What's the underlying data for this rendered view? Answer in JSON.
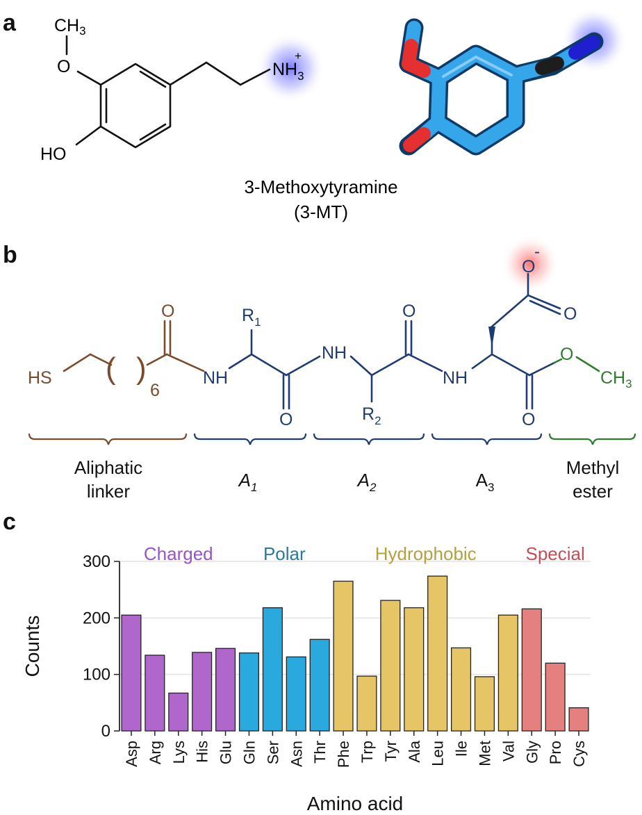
{
  "panels": {
    "a": {
      "letter": "a",
      "molecule_name": "3-Methoxytyramine",
      "molecule_abbrev": "(3-MT)",
      "atoms": {
        "ch": "CH",
        "ch_sub": "3",
        "o": "O",
        "ho": "HO",
        "nh": "NH",
        "nh_sub": "3",
        "nh_charge": "+"
      }
    },
    "b": {
      "letter": "b",
      "atoms": {
        "hs": "HS",
        "paren_l": "(",
        "paren_r": ")",
        "six": "6",
        "o_linker": "O",
        "nh1": "NH",
        "r1": "R",
        "r1_sub": "1",
        "o_a1": "O",
        "nh2": "NH",
        "r2": "R",
        "r2_sub": "2",
        "o_a2": "O",
        "nh3": "NH",
        "o_carboxyl": "O",
        "o_carboxyl_charge": "-",
        "o_carboxyl2": "O",
        "o_a3": "O",
        "o_ester": "O",
        "ch3": "CH",
        "ch3_sub": "3"
      },
      "labels": {
        "linker_line1": "Aliphatic",
        "linker_line2": "linker",
        "a1": "A",
        "a1_sub": "1",
        "a2": "A",
        "a2_sub": "2",
        "a3": "A",
        "a3_sub": "3",
        "ester_line1": "Methyl",
        "ester_line2": "ester"
      },
      "colors": {
        "linker": "#7b4a2a",
        "peptide": "#1f3b73",
        "ester": "#2e7d2e"
      }
    },
    "c": {
      "letter": "c"
    }
  },
  "chart_data": {
    "type": "bar",
    "xlabel": "Amino acid",
    "ylabel": "Counts",
    "ylim": [
      0,
      300
    ],
    "yticks": [
      0,
      100,
      200,
      300
    ],
    "grid": true,
    "categories": [
      "Asp",
      "Arg",
      "Lys",
      "His",
      "Glu",
      "Gln",
      "Ser",
      "Asn",
      "Thr",
      "Phe",
      "Trp",
      "Tyr",
      "Ala",
      "Leu",
      "Ile",
      "Met",
      "Val",
      "Gly",
      "Pro",
      "Cys"
    ],
    "values": [
      205,
      134,
      67,
      139,
      146,
      138,
      218,
      131,
      162,
      265,
      97,
      231,
      218,
      274,
      147,
      96,
      205,
      216,
      120,
      41
    ],
    "groups": [
      {
        "name": "Charged",
        "color": "#b067cc",
        "members": [
          "Asp",
          "Arg",
          "Lys",
          "His",
          "Glu"
        ]
      },
      {
        "name": "Polar",
        "color": "#2aa9df",
        "members": [
          "Gln",
          "Ser",
          "Asn",
          "Thr"
        ]
      },
      {
        "name": "Hydrophobic",
        "color": "#e6c567",
        "members": [
          "Phe",
          "Trp",
          "Tyr",
          "Ala",
          "Leu",
          "Ile",
          "Met",
          "Val"
        ]
      },
      {
        "name": "Special",
        "color": "#e58080",
        "members": [
          "Gly",
          "Pro",
          "Cys"
        ]
      }
    ],
    "group_label_colors": {
      "Charged": "#9a55c4",
      "Polar": "#2a7a9a",
      "Hydrophobic": "#b4a040",
      "Special": "#c24f55"
    }
  }
}
